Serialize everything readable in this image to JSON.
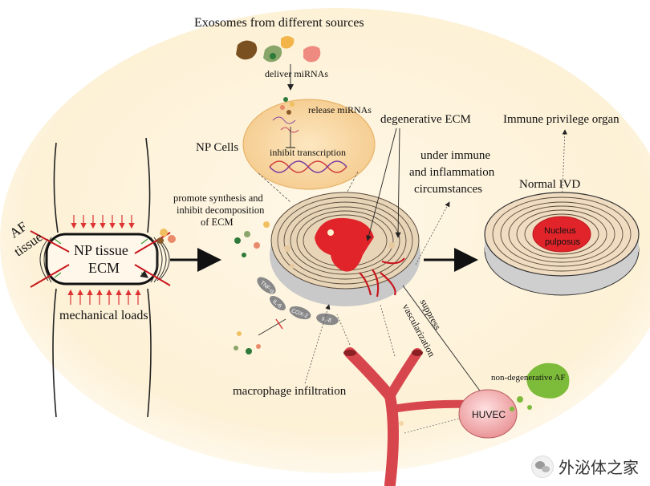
{
  "labels": {
    "exosomes": "Exosomes from different sources",
    "deliver": "deliver miRNAs",
    "release": "release miRNAs",
    "inhibit_transcription": "inhibit transcription",
    "np_cells": "NP Cells",
    "degenerative_ecm": "degenerative ECM",
    "immune_privilege": "Immune privilege organ",
    "under_immune_1": "under immune",
    "under_immune_2": "and inflammation",
    "under_immune_3": "circumstances",
    "normal_ivd": "Normal IVD",
    "nucleus_1": "Nucleus",
    "nucleus_2": "pulposus",
    "promote_1": "promote synthesis and",
    "promote_2": "inhibit decomposition",
    "promote_3": "of ECM",
    "af_1": "AF",
    "af_2": "tissue",
    "np_tissue": "NP tissue",
    "ecm": "ECM",
    "mechanical": "mechanical loads",
    "tnf": "TNF-α",
    "il6": "IL-6",
    "cox2": "COX-2",
    "il8": "IL-8",
    "suppress_1": "suppress",
    "suppress_2": "vascularization",
    "macrophage": "macrophage infiltration",
    "non_degenerative": "non-degenerative AF",
    "huvec": "HUVEC",
    "watermark": "外泌体之家"
  },
  "colors": {
    "background": "#fdf3dc",
    "cell_fill": "#f9d9a3",
    "red": "#e0242a",
    "vessel": "#d8464d",
    "disc_gray": "#d6d6d6",
    "green_blob": "#7dbb3a"
  }
}
